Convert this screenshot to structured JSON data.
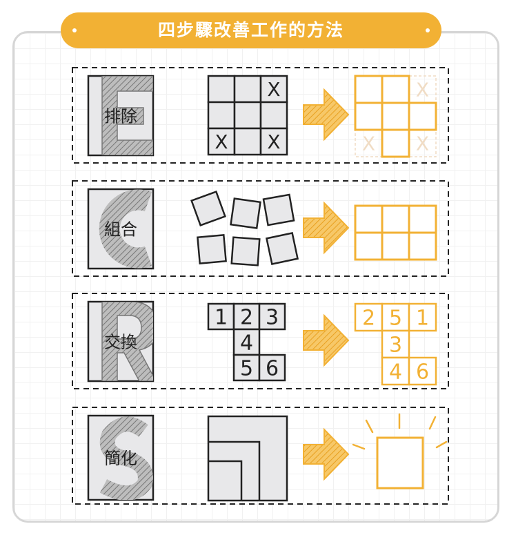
{
  "title": "四步驟改善工作的方法",
  "colors": {
    "accent": "#f2b134",
    "ink": "#222222",
    "cell_fill": "#e8e8ea",
    "faded": "#f0dcc4"
  },
  "steps": [
    {
      "letter": "E",
      "label": "排除",
      "before": {
        "grid": [
          [
            "",
            "",
            "X"
          ],
          [
            "",
            "",
            ""
          ],
          [
            "X",
            "",
            "X"
          ]
        ]
      },
      "after": {
        "grid": [
          [
            "o",
            "o",
            "x"
          ],
          [
            "o",
            "o",
            "o"
          ],
          [
            "x",
            "o",
            "x"
          ]
        ]
      }
    },
    {
      "letter": "C",
      "label": "組合"
    },
    {
      "letter": "R",
      "label": "交換",
      "before": {
        "cells": [
          [
            "1",
            "2",
            "3"
          ],
          [
            "",
            "4",
            ""
          ],
          [
            "",
            "5",
            "6"
          ]
        ]
      },
      "after": {
        "cells": [
          [
            "2",
            "5",
            "1"
          ],
          [
            "",
            "3",
            ""
          ],
          [
            "",
            "4",
            "6"
          ]
        ]
      }
    },
    {
      "letter": "S",
      "label": "簡化"
    }
  ]
}
